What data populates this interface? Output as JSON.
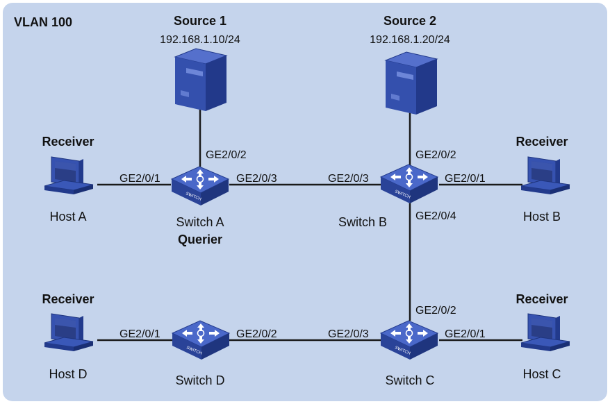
{
  "vlan_label": "VLAN 100",
  "sources": {
    "s1": {
      "title": "Source 1",
      "ip": "192.168.1.10/24"
    },
    "s2": {
      "title": "Source 2",
      "ip": "192.168.1.20/24"
    }
  },
  "switches": {
    "a": {
      "name": "Switch A",
      "role": "Querier",
      "icon_text": "SWITCH"
    },
    "b": {
      "name": "Switch B",
      "icon_text": "SWITCH"
    },
    "c": {
      "name": "Switch C",
      "icon_text": "SWITCH"
    },
    "d": {
      "name": "Switch D",
      "icon_text": "SWITCH"
    }
  },
  "hosts": {
    "a": {
      "name": "Host A",
      "role": "Receiver"
    },
    "b": {
      "name": "Host B",
      "role": "Receiver"
    },
    "c": {
      "name": "Host C",
      "role": "Receiver"
    },
    "d": {
      "name": "Host D",
      "role": "Receiver"
    }
  },
  "ports": {
    "a_host": "GE2/0/1",
    "a_source": "GE2/0/2",
    "a_b": "GE2/0/3",
    "b_a": "GE2/0/3",
    "b_source": "GE2/0/2",
    "b_host": "GE2/0/1",
    "b_c": "GE2/0/4",
    "c_b": "GE2/0/2",
    "c_d": "GE2/0/3",
    "c_host": "GE2/0/1",
    "d_host": "GE2/0/1",
    "d_c": "GE2/0/2"
  },
  "colors": {
    "background": "#c5d4ec",
    "device_blue": "#2e4aa8",
    "link": "#1a1a1a"
  }
}
